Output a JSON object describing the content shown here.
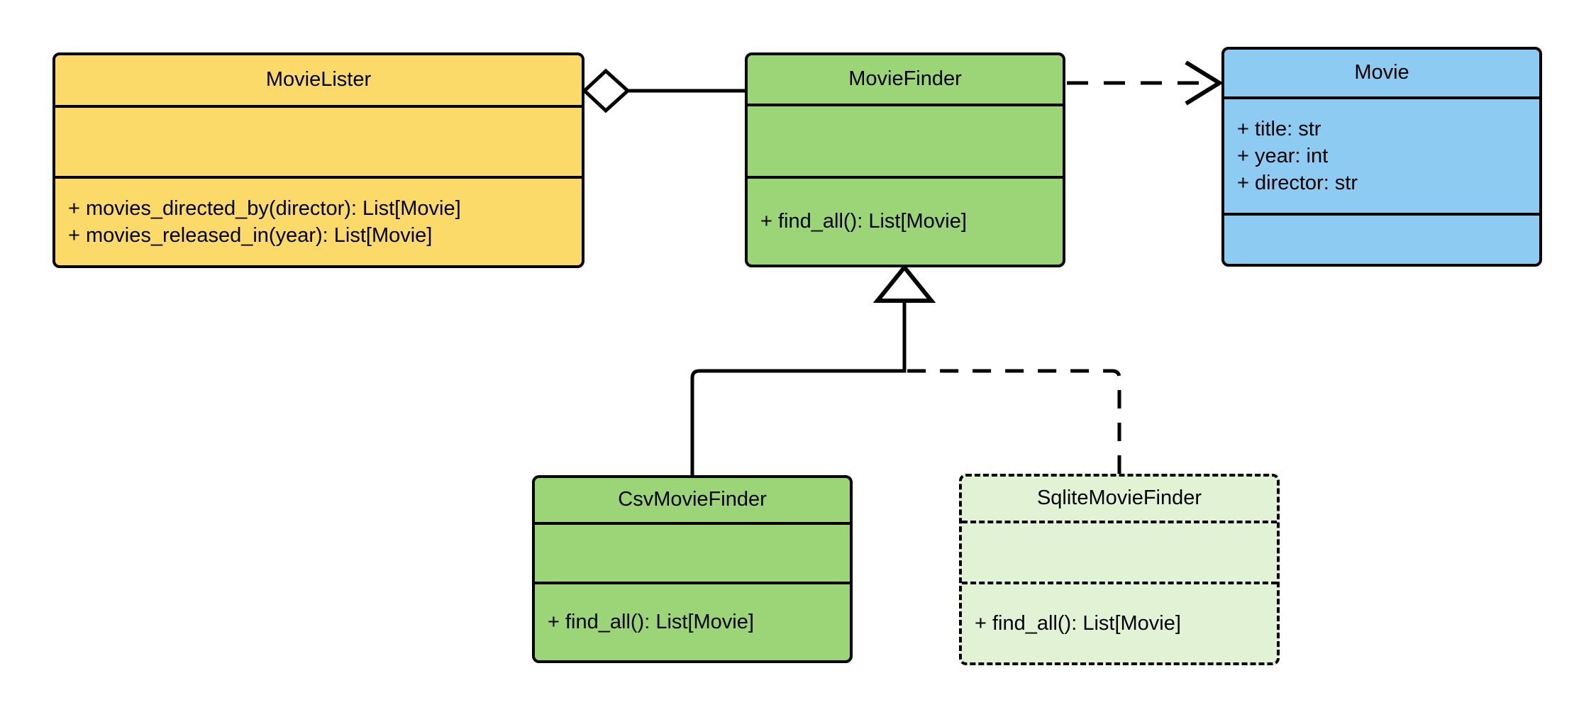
{
  "diagram": {
    "type": "uml-class-diagram",
    "background": "#ffffff",
    "line_color": "#000000"
  },
  "classes": [
    {
      "id": "movielister",
      "name": "MovieLister",
      "fill": "#FCDA69",
      "border_style": "solid",
      "attributes": [],
      "operations": [
        "+ movies_directed_by(director): List[Movie]",
        "+ movies_released_in(year): List[Movie]"
      ]
    },
    {
      "id": "moviefinder",
      "name": "MovieFinder",
      "fill": "#9BD577",
      "border_style": "solid",
      "attributes": [],
      "operations": [
        "+ find_all(): List[Movie]"
      ]
    },
    {
      "id": "movie",
      "name": "Movie",
      "fill": "#8ECBF2",
      "border_style": "solid",
      "attributes": [
        "+ title: str",
        "+ year: int",
        "+ director: str"
      ],
      "operations": []
    },
    {
      "id": "csvmoviefinder",
      "name": "CsvMovieFinder",
      "fill": "#9BD577",
      "border_style": "solid",
      "attributes": [],
      "operations": [
        "+ find_all(): List[Movie]"
      ]
    },
    {
      "id": "sqlitemoviefinder",
      "name": "SqliteMovieFinder",
      "fill": "#E2F2D5",
      "border_style": "dashed",
      "attributes": [],
      "operations": [
        "+ find_all(): List[Movie]"
      ]
    }
  ],
  "relationships": [
    {
      "id": "aggregation-movielister-moviefinder",
      "kind": "aggregation",
      "from": "MovieLister",
      "to": "MovieFinder",
      "line_style": "solid",
      "end_marker": "hollow-diamond"
    },
    {
      "id": "dependency-moviefinder-movie",
      "kind": "dependency",
      "from": "MovieFinder",
      "to": "Movie",
      "line_style": "dashed",
      "end_marker": "open-arrow"
    },
    {
      "id": "generalization-csvmoviefinder-moviefinder",
      "kind": "generalization",
      "from": "CsvMovieFinder",
      "to": "MovieFinder",
      "line_style": "solid",
      "end_marker": "hollow-triangle"
    },
    {
      "id": "generalization-sqlitemoviefinder-moviefinder",
      "kind": "generalization",
      "from": "SqliteMovieFinder",
      "to": "MovieFinder",
      "line_style": "dashed",
      "end_marker": "hollow-triangle"
    }
  ]
}
